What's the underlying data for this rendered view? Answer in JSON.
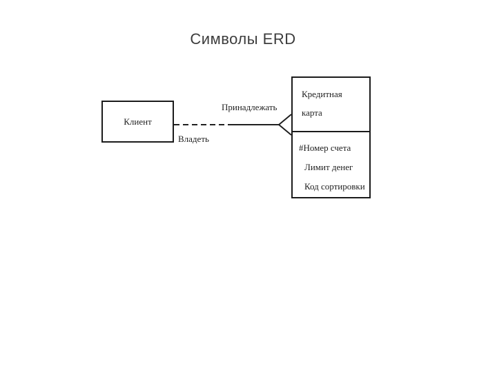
{
  "slide": {
    "title": "Символы ERD"
  },
  "diagram": {
    "client": {
      "label": "Клиент"
    },
    "credit_card": {
      "title_line1": "Кредитная",
      "title_line2": "карта",
      "attributes": [
        "#Номер счета",
        "Лимит денег",
        "Код сортировки"
      ]
    },
    "relationship": {
      "label_above": "Принадлежать",
      "label_below": "Владеть",
      "cardinality_icon": "crow-foot-many",
      "line_style_client_side": "dashed",
      "line_style_card_side": "solid"
    },
    "colors": {
      "background": "#ffffff",
      "ink": "#1f1f1f",
      "title_text": "#3c3c3c"
    }
  }
}
